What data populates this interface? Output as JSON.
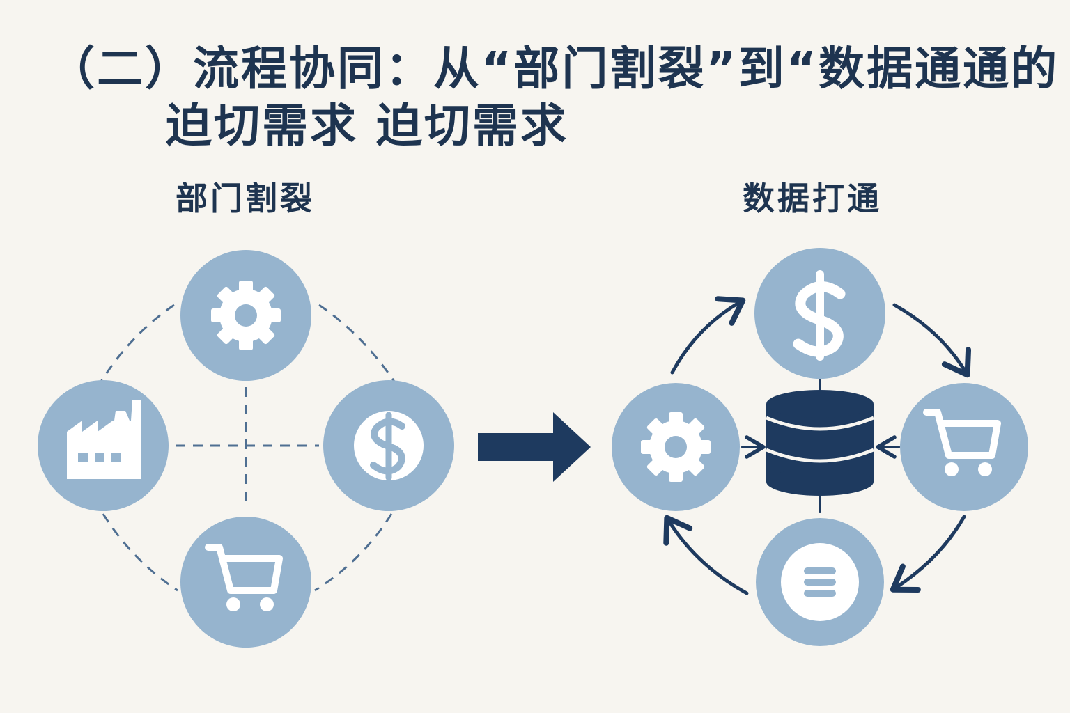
{
  "title": {
    "line1": "（二）流程协同：从“部门割裂”到“数据通通的",
    "line2": "迫切需求  迫切需求"
  },
  "left_panel": {
    "label": "部门割裂",
    "nodes": [
      "gear-icon",
      "factory-icon",
      "dollar-icon",
      "cart-icon"
    ],
    "connections": "dashed"
  },
  "transition_arrow": "right-arrow-icon",
  "right_panel": {
    "label": "数据打通",
    "center": "database-icon",
    "nodes": [
      "dollar-icon",
      "gear-icon",
      "cart-icon",
      "list-icon"
    ],
    "connections": "cycle-arrows"
  },
  "colors": {
    "background": "#f7f5f0",
    "node_fill": "#96b4ce",
    "navy": "#1e3a5f",
    "dashed_line": "#4f6f92"
  }
}
